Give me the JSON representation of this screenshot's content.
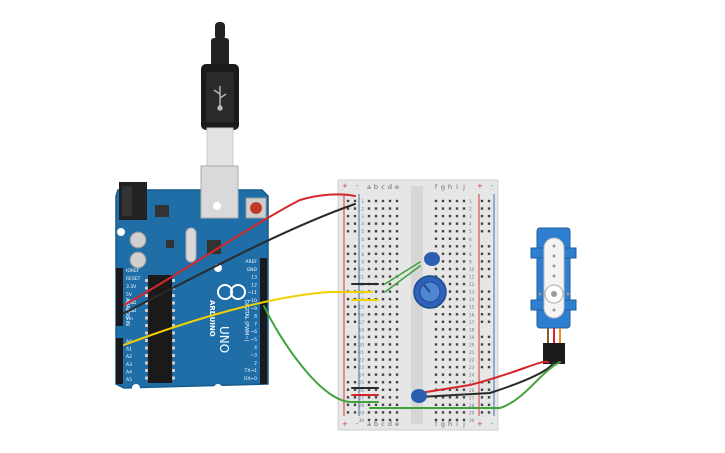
{
  "colors": {
    "arduino_board": "#1f6ea8",
    "arduino_edge": "#175a8c",
    "breadboard": "#e6e6e6",
    "breadboard_rail_red": "#d0393b",
    "breadboard_rail_blue": "#3d6fc2",
    "wire_red": "#d4262b",
    "wire_black": "#2a2a2a",
    "wire_yellow": "#f2cf00",
    "wire_green": "#3fa33a",
    "servo_body": "#2f7fd0",
    "capacitor": "#2a5fb0",
    "potentiometer": "#2e62b8",
    "usb_plug": "#222222"
  },
  "arduino": {
    "logo_text": "ARDUINO",
    "model_text": "UNO",
    "digital_label": "DIGITAL (PWM~)",
    "analog_label": "ANALOG IN",
    "power_header_labels": [
      "IOREF",
      "RESET",
      "3.3V",
      "5V",
      "GND",
      "GND",
      "Vin"
    ],
    "analog_header_labels": [
      "A0",
      "A1",
      "A2",
      "A3",
      "A4",
      "A5"
    ],
    "digital_header_labels": [
      "AREF",
      "GND",
      "13",
      "12",
      "~11",
      "~10",
      "~9",
      "8",
      "7",
      "~6",
      "~5",
      "4",
      "~3",
      "2",
      "TX→1",
      "RX←0"
    ]
  },
  "breadboard": {
    "column_letters_left": [
      "a",
      "b",
      "c",
      "d",
      "e"
    ],
    "column_letters_right": [
      "f",
      "g",
      "h",
      "i",
      "j"
    ],
    "rail_plus": "+",
    "rail_minus": "-",
    "row_numbers": [
      "1",
      "2",
      "3",
      "4",
      "5",
      "6",
      "7",
      "8",
      "9",
      "10",
      "11",
      "12",
      "13",
      "14",
      "15",
      "16",
      "17",
      "18",
      "19",
      "20",
      "21",
      "22",
      "23",
      "24",
      "25",
      "26",
      "27",
      "28",
      "29",
      "30"
    ]
  },
  "components": [
    "usb-cable",
    "arduino-uno",
    "breadboard",
    "capacitor-top",
    "potentiometer",
    "capacitor-bottom",
    "servo-motor"
  ]
}
